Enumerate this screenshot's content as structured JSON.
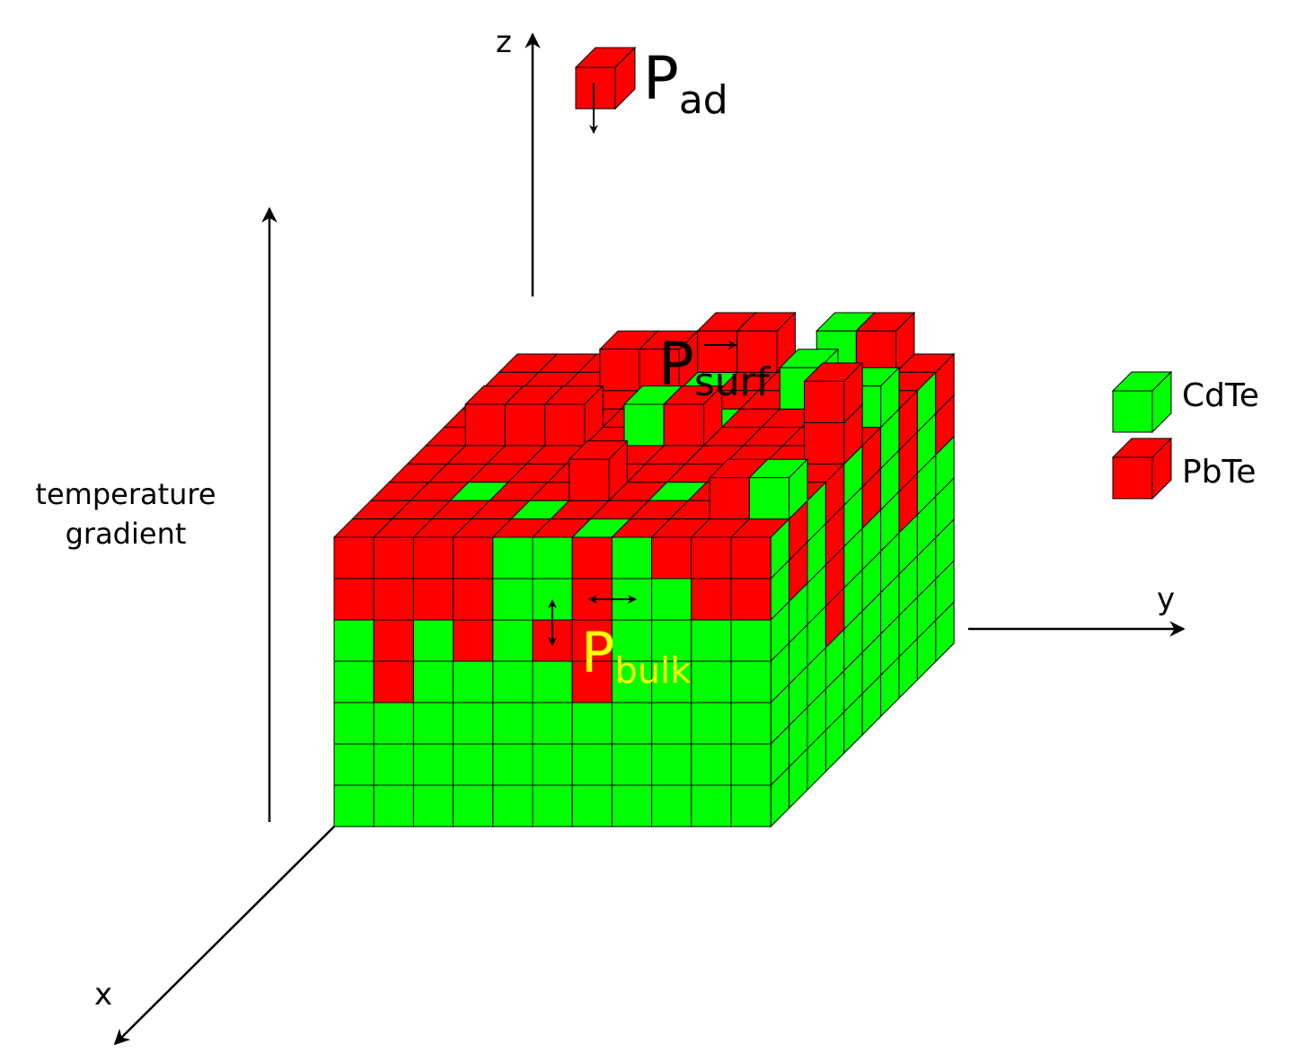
{
  "axes": {
    "x_label": "x",
    "y_label": "y",
    "z_label": "z"
  },
  "gradient": {
    "line1": "temperature",
    "line2": "gradient"
  },
  "processes": {
    "adsorption": {
      "main": "P",
      "sub": "ad"
    },
    "surface": {
      "main": "P",
      "sub": "surf"
    },
    "bulk": {
      "main": "P",
      "sub": "bulk"
    }
  },
  "legend": [
    {
      "name": "CdTe",
      "color": "#00ff00"
    },
    {
      "name": "PbTe",
      "color": "#ff0000"
    }
  ],
  "colors": {
    "cdte": "#00ff00",
    "pbte": "#ff0000",
    "bulk_label": "#ffff00",
    "outline": "#000000"
  },
  "front_face_grid": [
    "RRRRGGRGRRR",
    "RRRRGGRGGRR",
    "GRGRGRRGGGG",
    "GRGGGGRGGGG",
    "GGGGGGGGGGG",
    "GGGGGGGGGGG",
    "GGGGGGGGGGG"
  ]
}
